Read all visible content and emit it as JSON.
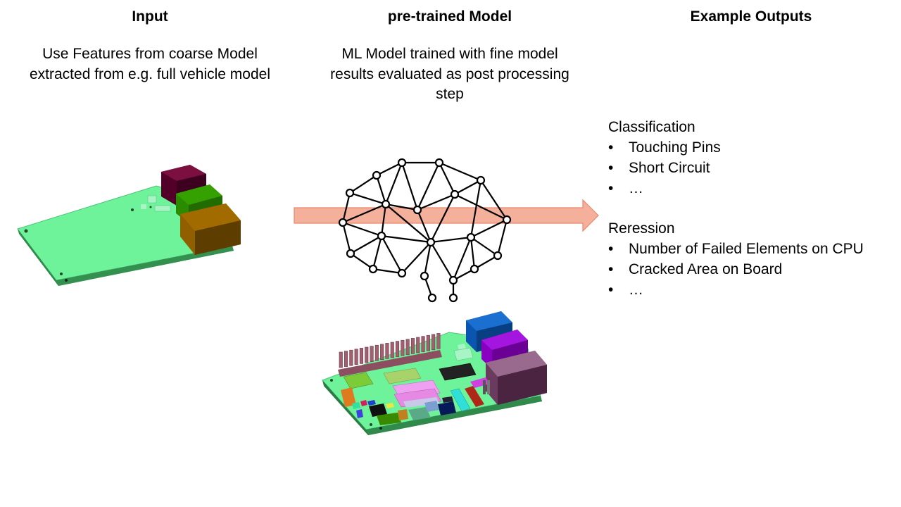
{
  "columns": {
    "input": {
      "title": "Input",
      "description_lines": [
        "Use Features from coarse Model",
        "extracted from e.g. full vehicle model"
      ]
    },
    "model": {
      "title": "pre-trained Model",
      "description_lines": [
        "ML Model trained with fine model",
        "results evaluated as post processing",
        "step"
      ]
    },
    "outputs": {
      "title": "Example Outputs",
      "groups": [
        {
          "title": "Classification",
          "items": [
            "Touching Pins",
            "Short Circuit",
            "…"
          ]
        },
        {
          "title": "Reression",
          "items": [
            "Number of Failed Elements on CPU",
            "Cracked Area on Board",
            "…"
          ]
        }
      ]
    }
  },
  "icons": {
    "coarse_board": "coarse-pcb-model-icon",
    "fine_board": "fine-pcb-model-icon",
    "network": "neural-network-brain-icon",
    "arrow": "flow-arrow"
  },
  "colors": {
    "arrow_fill": "#F4B09A",
    "arrow_stroke": "#E8866A",
    "board": "#6EF29A"
  }
}
